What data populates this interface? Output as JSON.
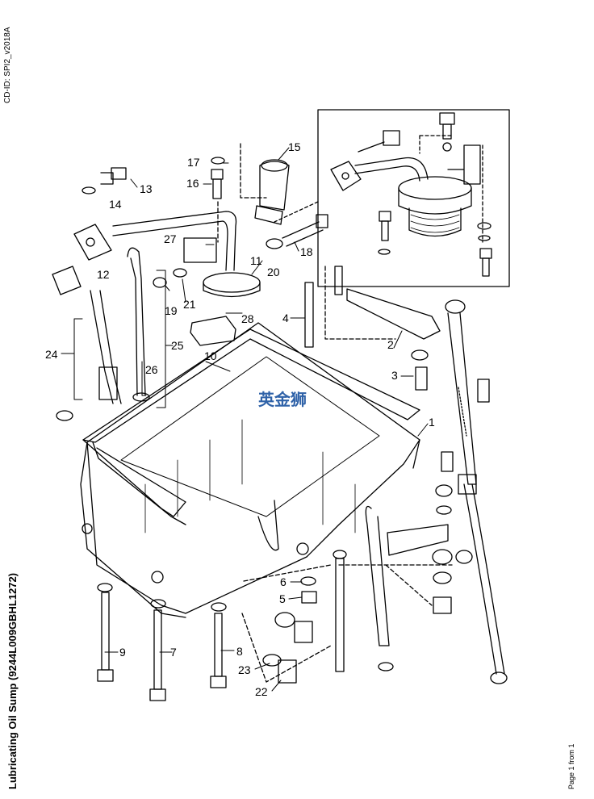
{
  "header": {
    "cd_id": "CD-ID: SPI2_v2018A"
  },
  "title": "Lubricating Oil Sump (9244L009GBHL1272)",
  "footer": {
    "page": "Page 1 from 1"
  },
  "watermark": "英金狮",
  "callouts": [
    "1",
    "2",
    "3",
    "4",
    "5",
    "6",
    "7",
    "8",
    "9",
    "10",
    "11",
    "12",
    "13",
    "14",
    "15",
    "16",
    "17",
    "18",
    "19",
    "20",
    "21",
    "22",
    "23",
    "24",
    "25",
    "26",
    "27",
    "28"
  ],
  "colors": {
    "line": "#000000",
    "watermark": "#2f62a8"
  }
}
